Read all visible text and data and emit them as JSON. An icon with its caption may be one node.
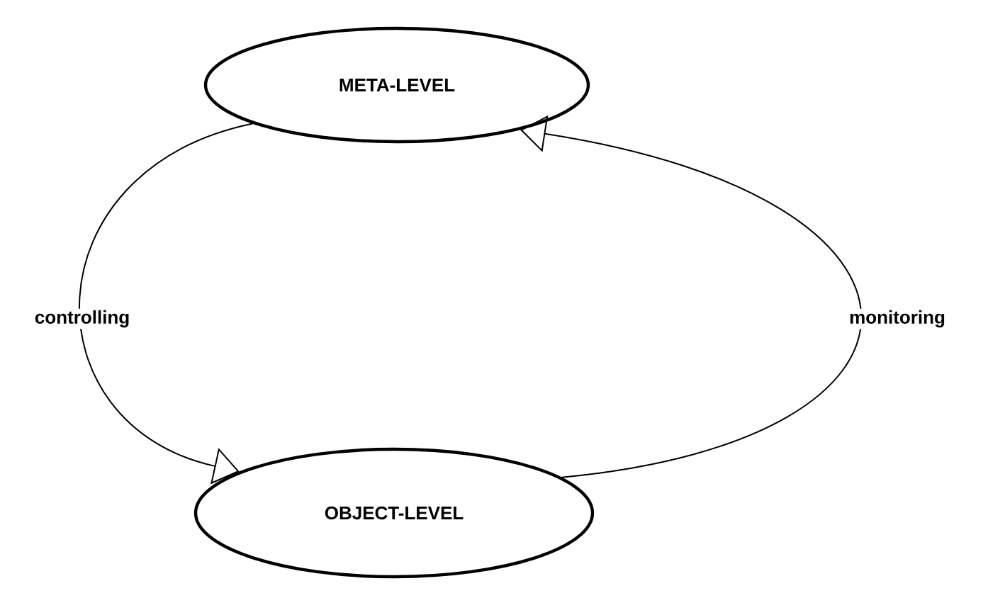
{
  "diagram": {
    "nodes": [
      {
        "text": [
          "META-LEVEL"
        ]
      },
      {
        "text": [
          "OBJECT-LEVEL"
        ]
      }
    ],
    "edges": [
      {
        "from": 0,
        "to": 1,
        "arrow": "to",
        "label": "controlling"
      },
      {
        "from": 1,
        "to": 0,
        "arrow": "to",
        "label": "monitoring"
      }
    ]
  }
}
